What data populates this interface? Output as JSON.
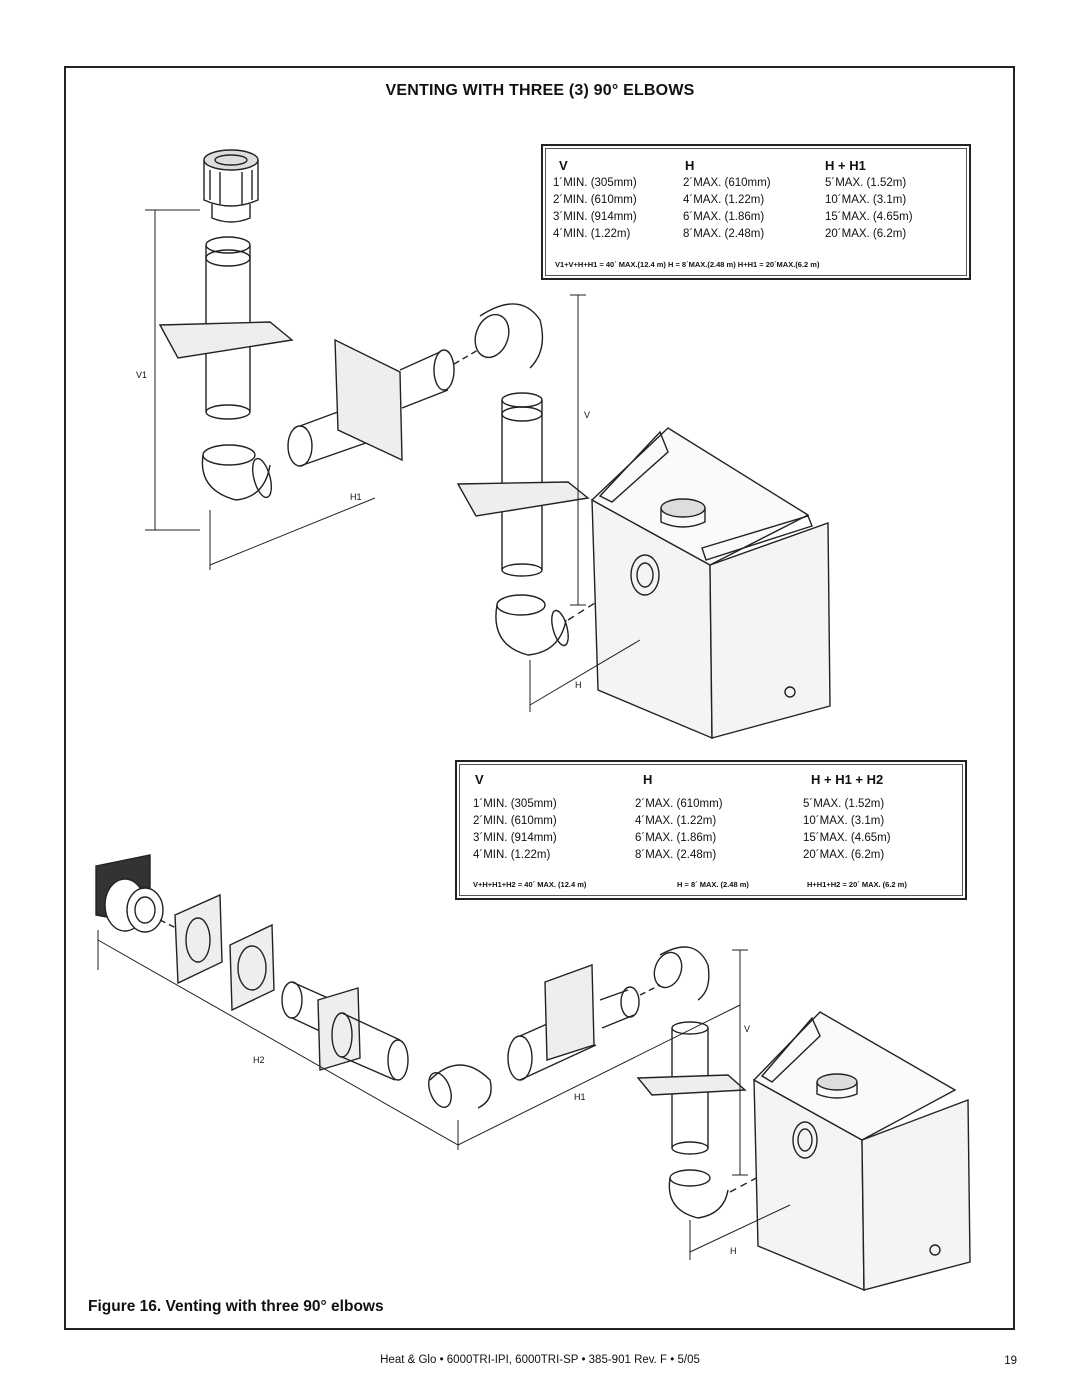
{
  "section_title": "VENTING WITH THREE (3) 90° ELBOWS",
  "table_top": {
    "headers": [
      "V",
      "H",
      "H + H1"
    ],
    "rows": [
      [
        "1´MIN. (305mm)",
        "2´MAX. (610mm)",
        "5´MAX.  (1.52m)"
      ],
      [
        "2´MIN. (610mm)",
        "4´MAX.  (1.22m)",
        "10´MAX.  (3.1m)"
      ],
      [
        "3´MIN. (914mm)",
        "6´MAX.  (1.86m)",
        "15´MAX.  (4.65m)"
      ],
      [
        "4´MIN.  (1.22m)",
        "8´MAX.  (2.48m)",
        "20´MAX.  (6.2m)"
      ]
    ],
    "footer": "V1+V+H+H1 = 40´ MAX.(12.4 m)  H = 8´MAX.(2.48 m)  H+H1 = 20´MAX.(6.2 m)"
  },
  "table_bottom": {
    "headers": [
      "V",
      "H",
      "H + H1 + H2"
    ],
    "rows": [
      [
        "1´MIN. (305mm)",
        "2´MAX. (610mm)",
        "5´MAX.  (1.52m)"
      ],
      [
        "2´MIN. (610mm)",
        "4´MAX.  (1.22m)",
        "10´MAX.  (3.1m)"
      ],
      [
        "3´MIN. (914mm)",
        "6´MAX.  (1.86m)",
        "15´MAX.  (4.65m)"
      ],
      [
        "4´MIN.  (1.22m)",
        "8´MAX.  (2.48m)",
        "20´MAX.  (6.2m)"
      ]
    ],
    "footer": [
      "V+H+H1+H2 = 40´  MAX. (12.4 m)",
      "H = 8´ MAX. (2.48 m)",
      "H+H1+H2 = 20´ MAX. (6.2 m)"
    ]
  },
  "dimension_labels": {
    "v1": "V1",
    "h1_top": "H1",
    "v_top": "V",
    "h_top": "H",
    "h2": "H2",
    "h1_bottom": "H1",
    "v_bottom": "V",
    "h_bottom": "H"
  },
  "figure_caption": "Figure 16.    Venting with three 90° elbows",
  "footer_text": "Heat & Glo  •  6000TRI-IPI, 6000TRI-SP  •  385-901  Rev. F  •  5/05",
  "page_number": "19"
}
